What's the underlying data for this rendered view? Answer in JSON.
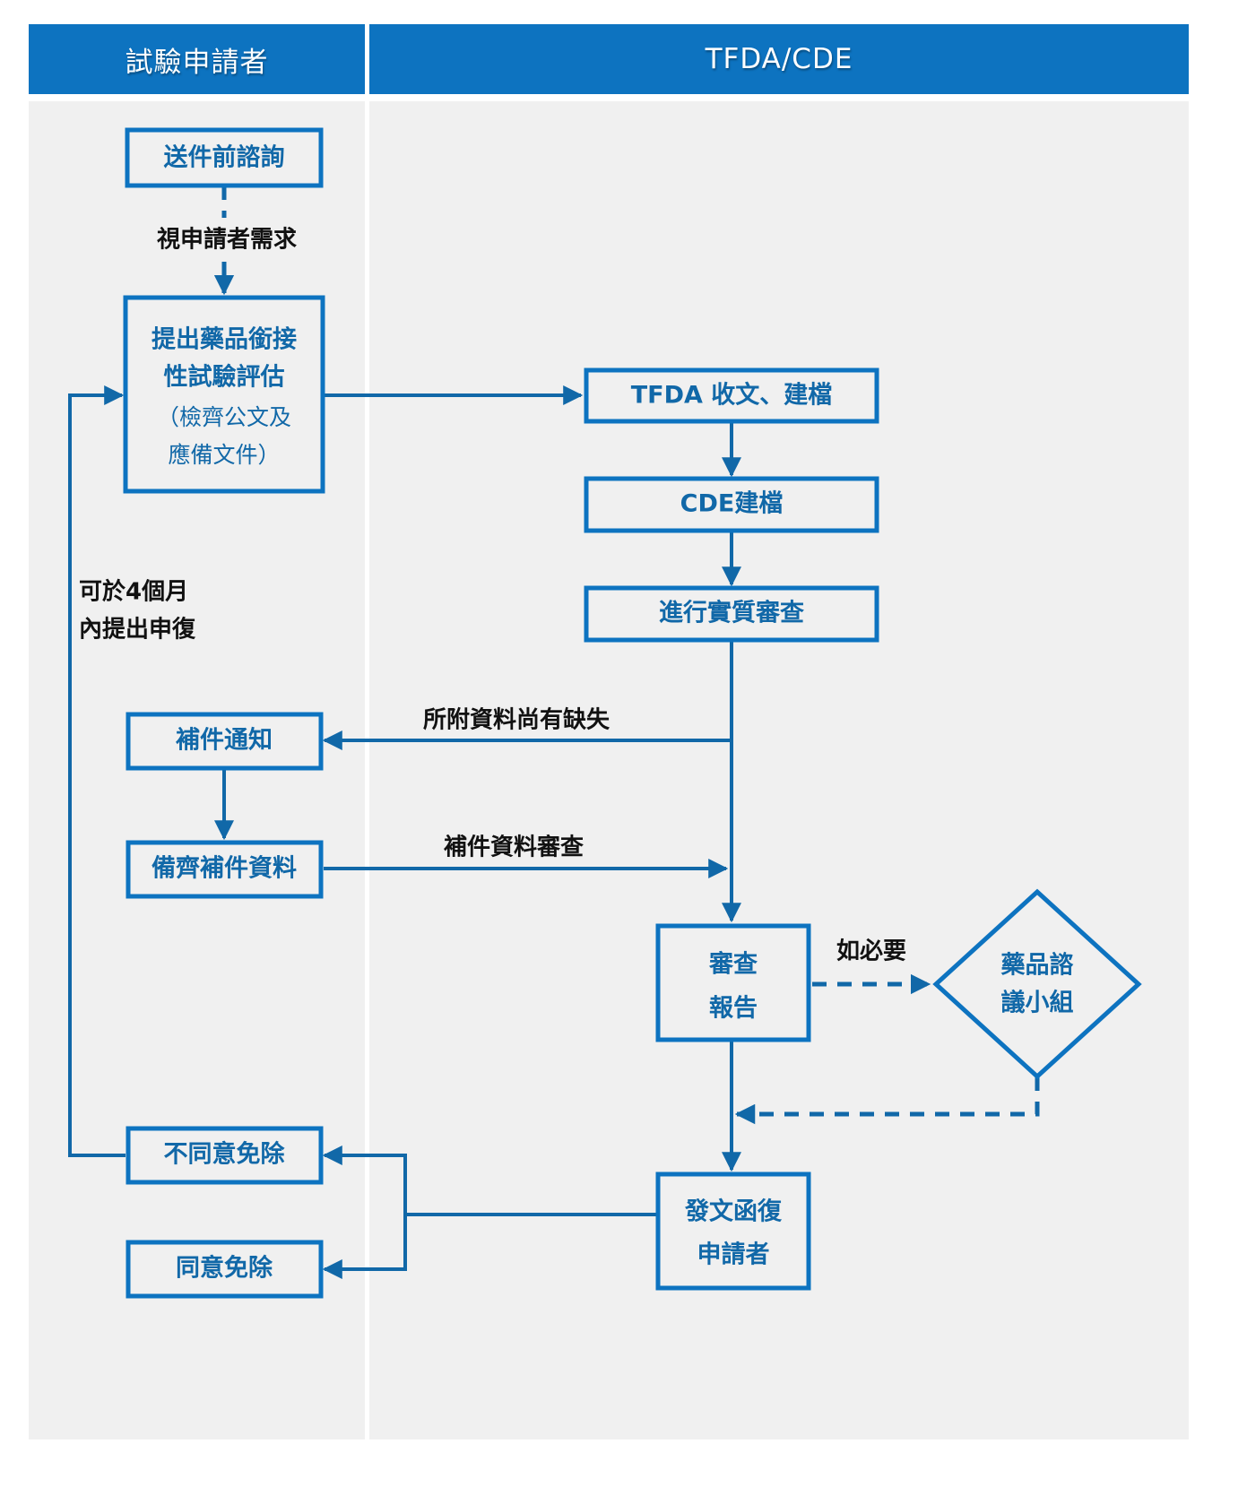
{
  "diagram": {
    "title_left": "試驗申請者",
    "title_right": "TFDA/CDE",
    "colors": {
      "header_bg": "#0d73c0",
      "lane_bg": "#f0f0f0",
      "node_stroke": "#0d73c0",
      "node_text": "#1168a8",
      "edge_label_text": "#111111",
      "page_bg": "#ffffff"
    },
    "lanes": [
      {
        "name": "applicant",
        "label": "試驗申請者"
      },
      {
        "name": "tfda-cde",
        "label": "TFDA/CDE"
      }
    ],
    "nodes": [
      {
        "id": "pre-submission-consult",
        "lane": "applicant",
        "shape": "rect",
        "lines": [
          "送件前諮詢"
        ]
      },
      {
        "id": "submit-bridging-evaluation",
        "lane": "applicant",
        "shape": "rect",
        "lines": [
          "提出藥品銜接",
          "性試驗評估"
        ],
        "sub_lines": [
          "（檢齊公文及",
          "應備文件）"
        ]
      },
      {
        "id": "supplement-notice",
        "lane": "applicant",
        "shape": "rect",
        "lines": [
          "補件通知"
        ]
      },
      {
        "id": "prepare-supplement-data",
        "lane": "applicant",
        "shape": "rect",
        "lines": [
          "備齊補件資料"
        ]
      },
      {
        "id": "waiver-rejected",
        "lane": "applicant",
        "shape": "rect",
        "lines": [
          "不同意免除"
        ]
      },
      {
        "id": "waiver-approved",
        "lane": "applicant",
        "shape": "rect",
        "lines": [
          "同意免除"
        ]
      },
      {
        "id": "tfda-receive-file",
        "lane": "tfda-cde",
        "shape": "rect",
        "lines": [
          "TFDA 收文、建檔"
        ]
      },
      {
        "id": "cde-filing",
        "lane": "tfda-cde",
        "shape": "rect",
        "lines": [
          "CDE建檔"
        ]
      },
      {
        "id": "substantive-review",
        "lane": "tfda-cde",
        "shape": "rect",
        "lines": [
          "進行實質審查"
        ]
      },
      {
        "id": "review-report",
        "lane": "tfda-cde",
        "shape": "rect",
        "lines": [
          "審查",
          "報告"
        ]
      },
      {
        "id": "drug-advisory-group",
        "lane": "tfda-cde",
        "shape": "diamond",
        "lines": [
          "藥品諮",
          "議小組"
        ]
      },
      {
        "id": "official-reply-to-applicant",
        "lane": "tfda-cde",
        "shape": "rect",
        "lines": [
          "發文函復",
          "申請者"
        ]
      }
    ],
    "edge_labels": [
      {
        "id": "per-applicant-need",
        "text": "視申請者需求"
      },
      {
        "id": "resubmit-within-4-months",
        "lines": [
          "可於4個月",
          "內提出申復"
        ]
      },
      {
        "id": "attached-data-deficient",
        "text": "所附資料尚有缺失"
      },
      {
        "id": "supplement-data-review",
        "text": "補件資料審查"
      },
      {
        "id": "if-necessary",
        "text": "如必要"
      }
    ]
  }
}
